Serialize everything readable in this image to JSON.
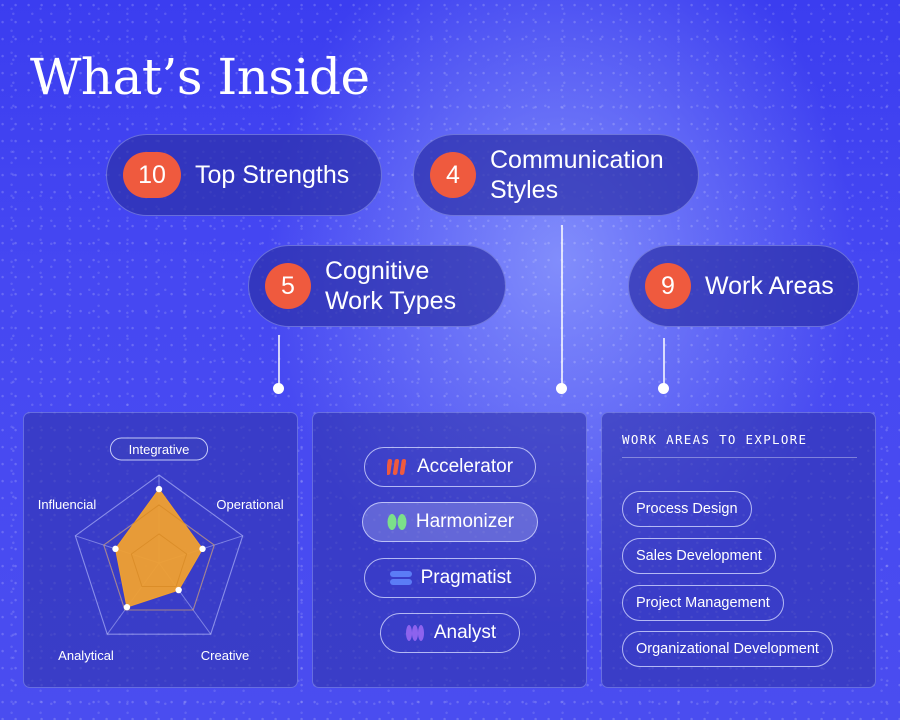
{
  "title": "What’s Inside",
  "stats": [
    {
      "number": "10",
      "label": "Top Strengths"
    },
    {
      "number": "4",
      "label_lines": [
        "Communication",
        "Styles"
      ]
    },
    {
      "number": "5",
      "label_lines": [
        "Cognitive",
        "Work Types"
      ]
    },
    {
      "number": "9",
      "label": "Work Areas"
    }
  ],
  "radar": {
    "labels": [
      "Integrative",
      "Operational",
      "Creative",
      "Analytical",
      "Influencial"
    ],
    "max": 5,
    "values": [
      4.2,
      2.6,
      1.9,
      3.1,
      2.6
    ],
    "fill": "#f0a030",
    "highlight": "Integrative"
  },
  "styles": {
    "items": [
      {
        "label": "Accelerator",
        "icon": "accelerator-icon",
        "color": "#ef5a3e",
        "active": false
      },
      {
        "label": "Harmonizer",
        "icon": "harmonizer-icon",
        "color": "#7be08a",
        "active": true
      },
      {
        "label": "Pragmatist",
        "icon": "pragmatist-icon",
        "color": "#5b7cf6",
        "active": false
      },
      {
        "label": "Analyst",
        "icon": "analyst-icon",
        "color": "#8d63ee",
        "active": false
      }
    ]
  },
  "work_areas": {
    "heading": "WORK AREAS TO EXPLORE",
    "items": [
      "Process Design",
      "Sales Development",
      "Project Management",
      "Organizational Development"
    ]
  },
  "colors": {
    "accent": "#ef5a3e",
    "background": "#4446f2"
  }
}
